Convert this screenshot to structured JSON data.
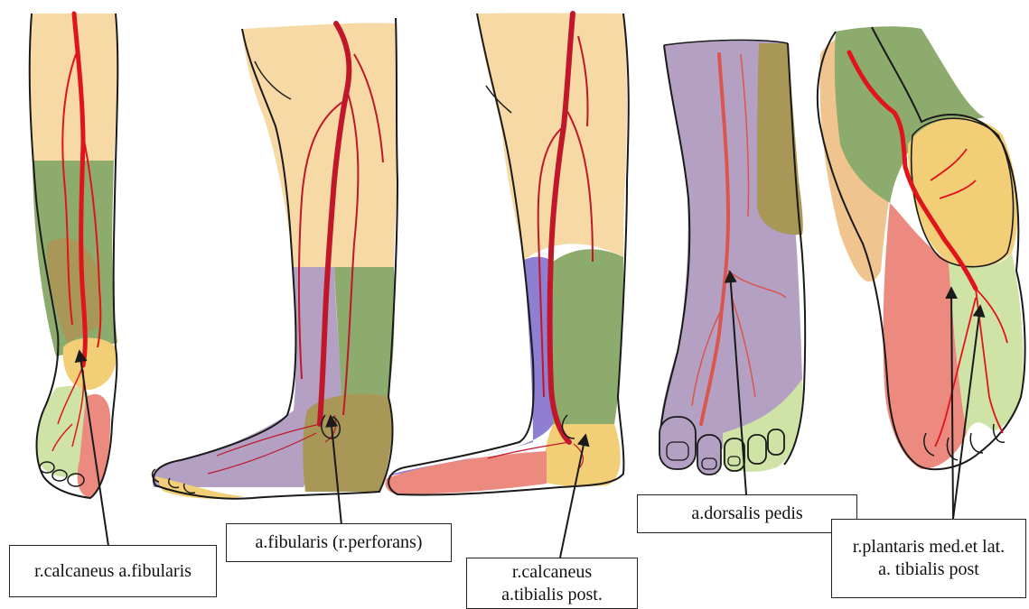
{
  "labels": {
    "calcaneus_fibularis": "r.calcaneus a.fibularis",
    "fibularis_perforans": "a.fibularis (r.perforans)",
    "calcaneus_tibialis_line1": "r.calcaneus",
    "calcaneus_tibialis_line2": "a.tibialis post.",
    "dorsalis_pedis": "a.dorsalis pedis",
    "plantaris_line1": "r.plantaris med.et lat.",
    "plantaris_line2": "a. tibialis post"
  },
  "colors": {
    "skin": "#f6d9a5",
    "green": "#8cab6d",
    "olive": "#a99757",
    "yellow": "#f2cf76",
    "pink": "#ec8a80",
    "light_green": "#cfe3a7",
    "lavender": "#b3a0c2",
    "blue_purple": "#8f7fd2",
    "artery": "#e0141c",
    "outline": "#1a1a1a"
  }
}
